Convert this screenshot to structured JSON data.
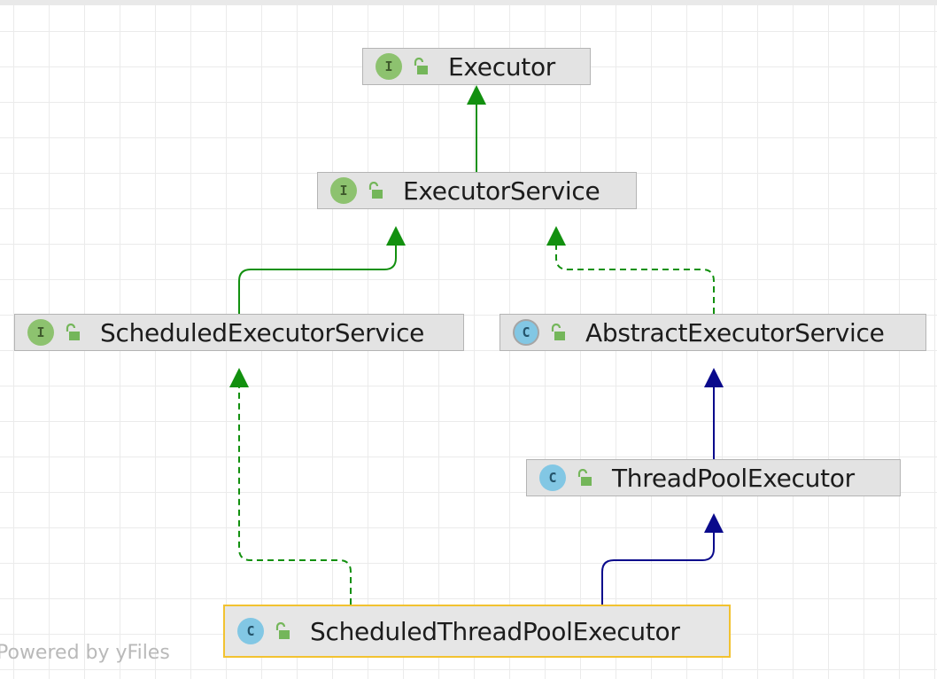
{
  "nodes": [
    {
      "id": "executor",
      "label": "Executor",
      "badge": "I",
      "kind": "interface"
    },
    {
      "id": "executor_service",
      "label": "ExecutorService",
      "badge": "I",
      "kind": "interface"
    },
    {
      "id": "scheduled_executor_service",
      "label": "ScheduledExecutorService",
      "badge": "I",
      "kind": "interface"
    },
    {
      "id": "abstract_executor_service",
      "label": "AbstractExecutorService",
      "badge": "C",
      "kind": "abstract-class"
    },
    {
      "id": "thread_pool_executor",
      "label": "ThreadPoolExecutor",
      "badge": "C",
      "kind": "class"
    },
    {
      "id": "scheduled_thread_pool_executor",
      "label": "ScheduledThreadPoolExecutor",
      "badge": "C",
      "kind": "class",
      "selected": true
    }
  ],
  "edges": [
    {
      "from": "executor_service",
      "to": "executor",
      "type": "extends-interface",
      "style": "solid",
      "color": "#12900f"
    },
    {
      "from": "scheduled_executor_service",
      "to": "executor_service",
      "type": "extends-interface",
      "style": "solid",
      "color": "#12900f"
    },
    {
      "from": "abstract_executor_service",
      "to": "executor_service",
      "type": "implements",
      "style": "dashed",
      "color": "#12900f"
    },
    {
      "from": "thread_pool_executor",
      "to": "abstract_executor_service",
      "type": "extends-class",
      "style": "solid",
      "color": "#0a0a8c"
    },
    {
      "from": "scheduled_thread_pool_executor",
      "to": "thread_pool_executor",
      "type": "extends-class",
      "style": "solid",
      "color": "#0a0a8c"
    },
    {
      "from": "scheduled_thread_pool_executor",
      "to": "scheduled_executor_service",
      "type": "implements",
      "style": "dashed",
      "color": "#12900f"
    }
  ],
  "icons": {
    "visibility": "public-lock-icon"
  },
  "colors": {
    "interface_badge": "#8dc26f",
    "class_badge": "#82c7e4",
    "selection": "#f2c230",
    "node_fill": "#e3e3e3"
  },
  "watermark": "Powered by yFiles"
}
